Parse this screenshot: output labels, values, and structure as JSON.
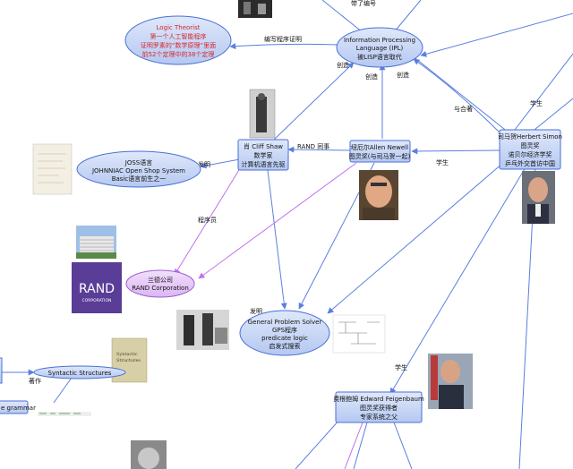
{
  "nodes": {
    "logic_theorist": [
      "Logic Theorist",
      "第一个人工智能程序",
      "证明罗素的“数学原理”里面",
      "前52个定理中的38个定理"
    ],
    "ipl": [
      "Information Processing",
      "Language (IPL)",
      "被LISP语言取代"
    ],
    "shaw": [
      "肖 Cliff Shaw",
      "数学家",
      "计算机语言先驱"
    ],
    "newell": [
      "纽厄尔Allen Newell",
      "图灵奖(与司马贺一起)"
    ],
    "simon": [
      "司马贺Herbert Simon",
      "图灵奖",
      "诺贝尔经济学奖",
      "乒乓外交首访中国"
    ],
    "joss": [
      "JOSS语言",
      "JOHNNIAC Open Shop System",
      "Basic语言前生之一"
    ],
    "rand": [
      "兰德公司",
      "RAND Corporation"
    ],
    "gps": [
      "General Problem Solver",
      "GPS程序",
      "predicate logic",
      "启发式搜索"
    ],
    "syntactic": [
      "Syntactic Structures"
    ],
    "feigenbaum": [
      "费根鲍姆 Edward Feigenbaum",
      "图灵奖获得者",
      "专家系统之父"
    ],
    "grammar": [
      "e grammar"
    ]
  },
  "edge_labels": {
    "write_proof": "编写程序证明",
    "create_1": "创造",
    "create_2": "创造",
    "create_3": "创造",
    "collaborator": "与合著",
    "student_1": "学生",
    "student_2": "学生",
    "student_3": "学生",
    "rand_colleague": "RAND 同事",
    "invent_1": "发明",
    "invent_2": "发明",
    "programmer": "程序员",
    "author": "著作",
    "top_cut": "带了编号"
  },
  "images": {
    "rand_logo_line1": "RAND",
    "rand_logo_line2": "CORPORATION",
    "book_title_1": "Syntactic",
    "book_title_2": "Structures"
  },
  "colors": {
    "node_fill": "#c7d6f5",
    "node_stroke": "#4a6fd4",
    "edge_blue": "#5b7fe0",
    "edge_purple": "#c071f0",
    "rand_fill": "#e6c9f6",
    "rand_stroke": "#9b5fd0",
    "red_text": "#d8262a",
    "rand_logo_bg": "#5a3d96"
  }
}
